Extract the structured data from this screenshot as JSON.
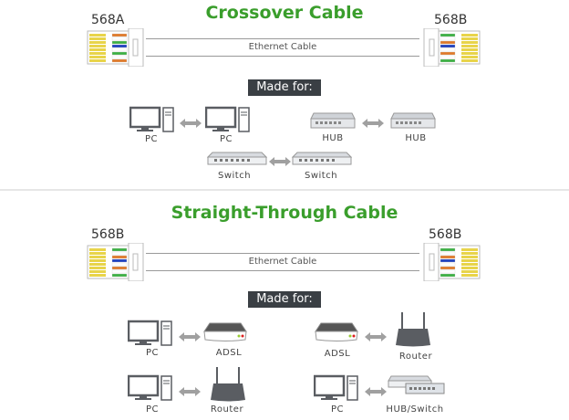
{
  "crossover": {
    "title": "Crossover Cable",
    "left_standard": "568A",
    "right_standard": "568B",
    "cable_label": "Ethernet Cable",
    "made_for": "Made for:",
    "pairs": [
      {
        "left": "PC",
        "right": "PC"
      },
      {
        "left": "HUB",
        "right": "HUB"
      },
      {
        "left": "Switch",
        "right": "Switch"
      }
    ]
  },
  "straight": {
    "title": "Straight-Through Cable",
    "left_standard": "568B",
    "right_standard": "568B",
    "cable_label": "Ethernet Cable",
    "made_for": "Made for:",
    "pairs": [
      {
        "left": "PC",
        "right": "ADSL"
      },
      {
        "left": "ADSL",
        "right": "Router"
      },
      {
        "left": "PC",
        "right": "Router"
      },
      {
        "left": "PC",
        "right": "HUB/Switch"
      }
    ]
  },
  "colors": {
    "title": "#3a9e2c",
    "made_for_bg": "#3a3f44",
    "device": "#5a5d62",
    "arrow": "#a0a0a0"
  }
}
